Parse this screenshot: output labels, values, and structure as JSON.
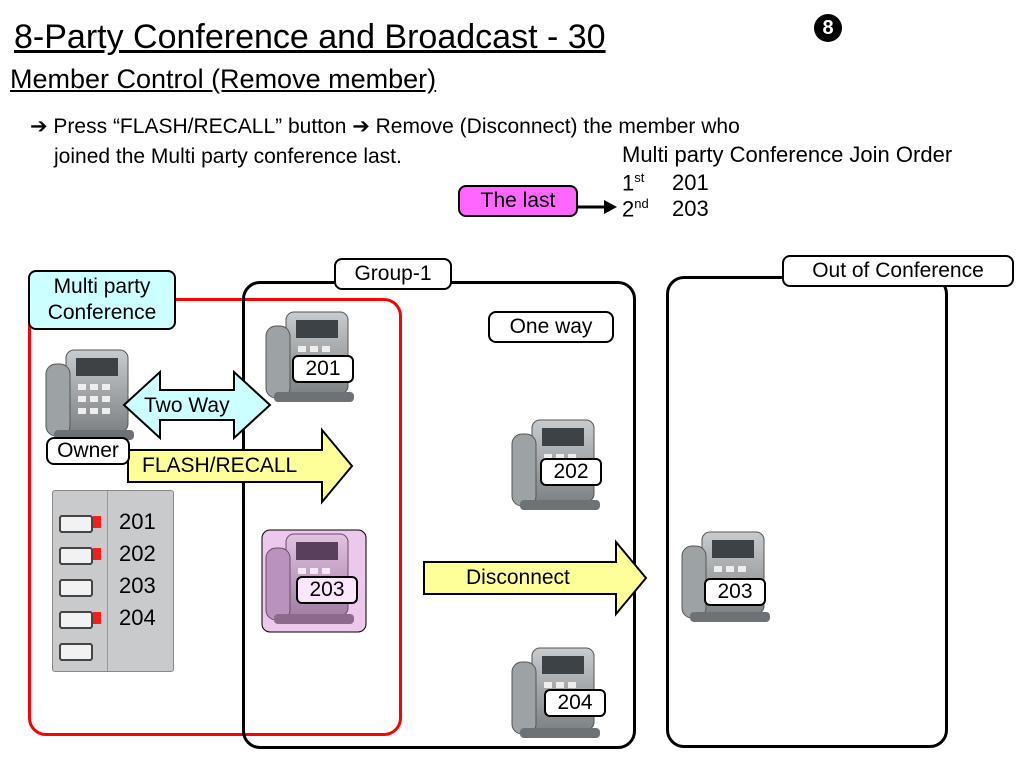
{
  "header": {
    "title": "8-Party Conference and Broadcast - 30",
    "badge": "8",
    "subtitle": "Member Control (Remove member)"
  },
  "instruction": {
    "line1_pre": "➔ Press “FLASH/RECALL” button ➔ Remove (Disconnect)  the member who",
    "line2": "joined the Multi party conference last."
  },
  "join_order": {
    "heading": "Multi party Conference Join Order",
    "rows": [
      {
        "ord": "1",
        "suffix": "st",
        "ext": "201"
      },
      {
        "ord": "2",
        "suffix": "nd",
        "ext": "203"
      }
    ],
    "last_label": "The last"
  },
  "labels": {
    "multi_party": "Multi party\nConference",
    "multi_party_l1": "Multi party",
    "multi_party_l2": "Conference",
    "group": "Group-1",
    "out_of_conference": "Out of Conference",
    "one_way": "One way",
    "two_way": "Two Way",
    "owner": "Owner",
    "flash_recall": "FLASH/RECALL",
    "disconnect": "Disconnect"
  },
  "phones": {
    "p201": "201",
    "p202": "202",
    "p203_group": "203",
    "p204": "204",
    "p203_out": "203"
  },
  "keys": [
    "201",
    "202",
    "203",
    "204"
  ],
  "colors": {
    "the_last": "#ff66ff",
    "multi_party_box": "#ccffff",
    "conference_border": "#ff0000",
    "flash_arrow": "#ffff99",
    "two_way_arrow": "#ccffff",
    "led": "#ff1a1a"
  }
}
